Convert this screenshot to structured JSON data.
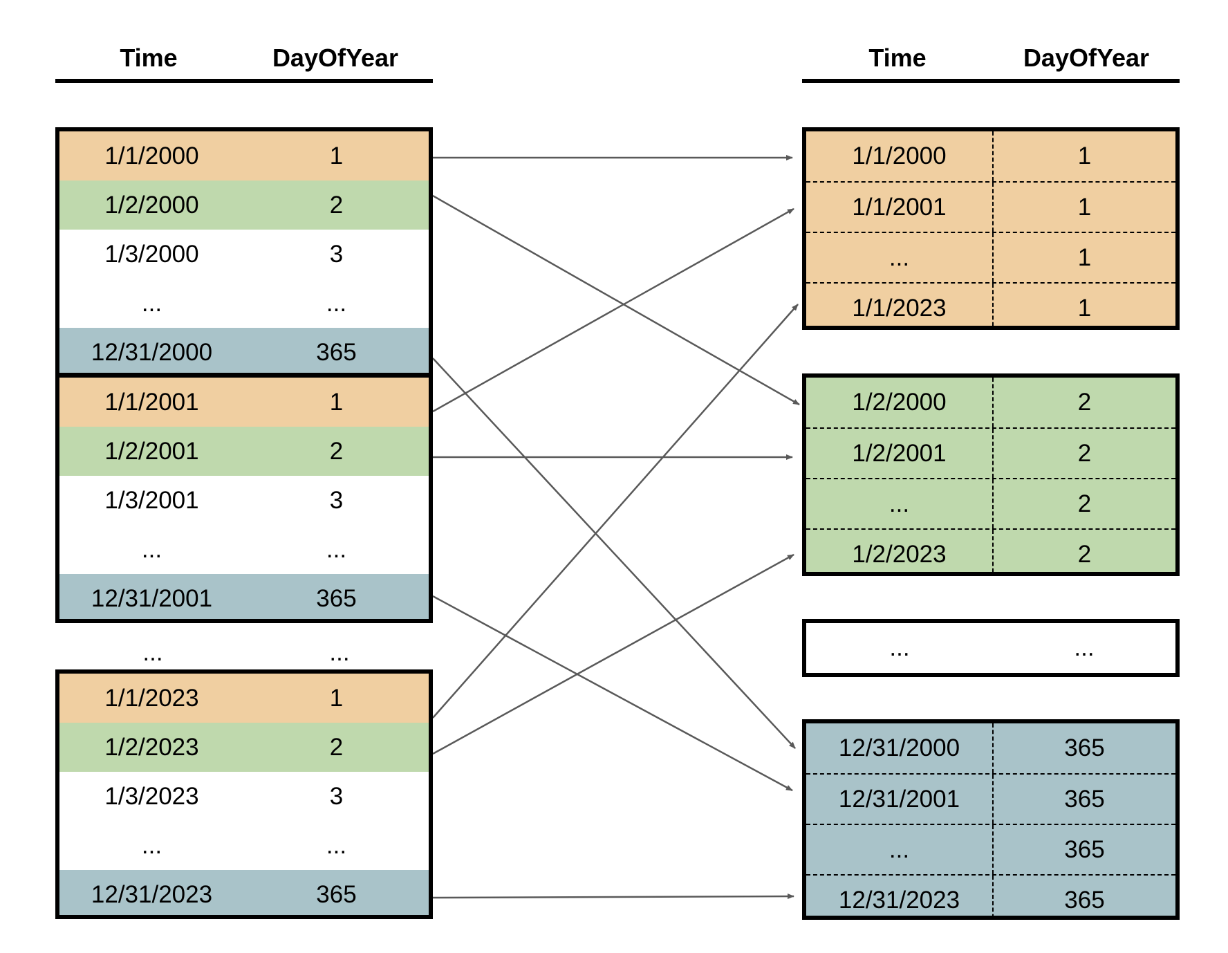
{
  "headers": {
    "left": {
      "time": "Time",
      "day": "DayOfYear"
    },
    "right": {
      "time": "Time",
      "day": "DayOfYear"
    }
  },
  "colors": {
    "jan1": "#f0cfa1",
    "jan2": "#bfd9ad",
    "dec31": "#a9c3c9",
    "other": "#ffffff",
    "arrow": "#595959"
  },
  "left_blocks": [
    {
      "rows": [
        {
          "time": "1/1/2000",
          "day": "1",
          "color": "orange"
        },
        {
          "time": "1/2/2000",
          "day": "2",
          "color": "green"
        },
        {
          "time": "1/3/2000",
          "day": "3",
          "color": "white"
        },
        {
          "time": "...",
          "day": "...",
          "color": "white"
        },
        {
          "time": "12/31/2000",
          "day": "365",
          "color": "blue"
        }
      ]
    },
    {
      "rows": [
        {
          "time": "1/1/2001",
          "day": "1",
          "color": "orange"
        },
        {
          "time": "1/2/2001",
          "day": "2",
          "color": "green"
        },
        {
          "time": "1/3/2001",
          "day": "3",
          "color": "white"
        },
        {
          "time": "...",
          "day": "...",
          "color": "white"
        },
        {
          "time": "12/31/2001",
          "day": "365",
          "color": "blue"
        }
      ]
    },
    {
      "rows": [
        {
          "time": "1/1/2023",
          "day": "1",
          "color": "orange"
        },
        {
          "time": "1/2/2023",
          "day": "2",
          "color": "green"
        },
        {
          "time": "1/3/2023",
          "day": "3",
          "color": "white"
        },
        {
          "time": "...",
          "day": "...",
          "color": "white"
        },
        {
          "time": "12/31/2023",
          "day": "365",
          "color": "blue"
        }
      ]
    }
  ],
  "left_gap": {
    "time": "...",
    "day": "..."
  },
  "right_blocks": [
    {
      "color": "orange",
      "rows": [
        {
          "time": "1/1/2000",
          "day": "1"
        },
        {
          "time": "1/1/2001",
          "day": "1"
        },
        {
          "time": "...",
          "day": "1"
        },
        {
          "time": "1/1/2023",
          "day": "1"
        }
      ]
    },
    {
      "color": "green",
      "rows": [
        {
          "time": "1/2/2000",
          "day": "2"
        },
        {
          "time": "1/2/2001",
          "day": "2"
        },
        {
          "time": "...",
          "day": "2"
        },
        {
          "time": "1/2/2023",
          "day": "2"
        }
      ]
    },
    {
      "color": "white",
      "rows": [
        {
          "time": "...",
          "day": "..."
        }
      ]
    },
    {
      "color": "blue",
      "rows": [
        {
          "time": "12/31/2000",
          "day": "365"
        },
        {
          "time": "12/31/2001",
          "day": "365"
        },
        {
          "time": "...",
          "day": "365"
        },
        {
          "time": "12/31/2023",
          "day": "365"
        }
      ]
    }
  ]
}
